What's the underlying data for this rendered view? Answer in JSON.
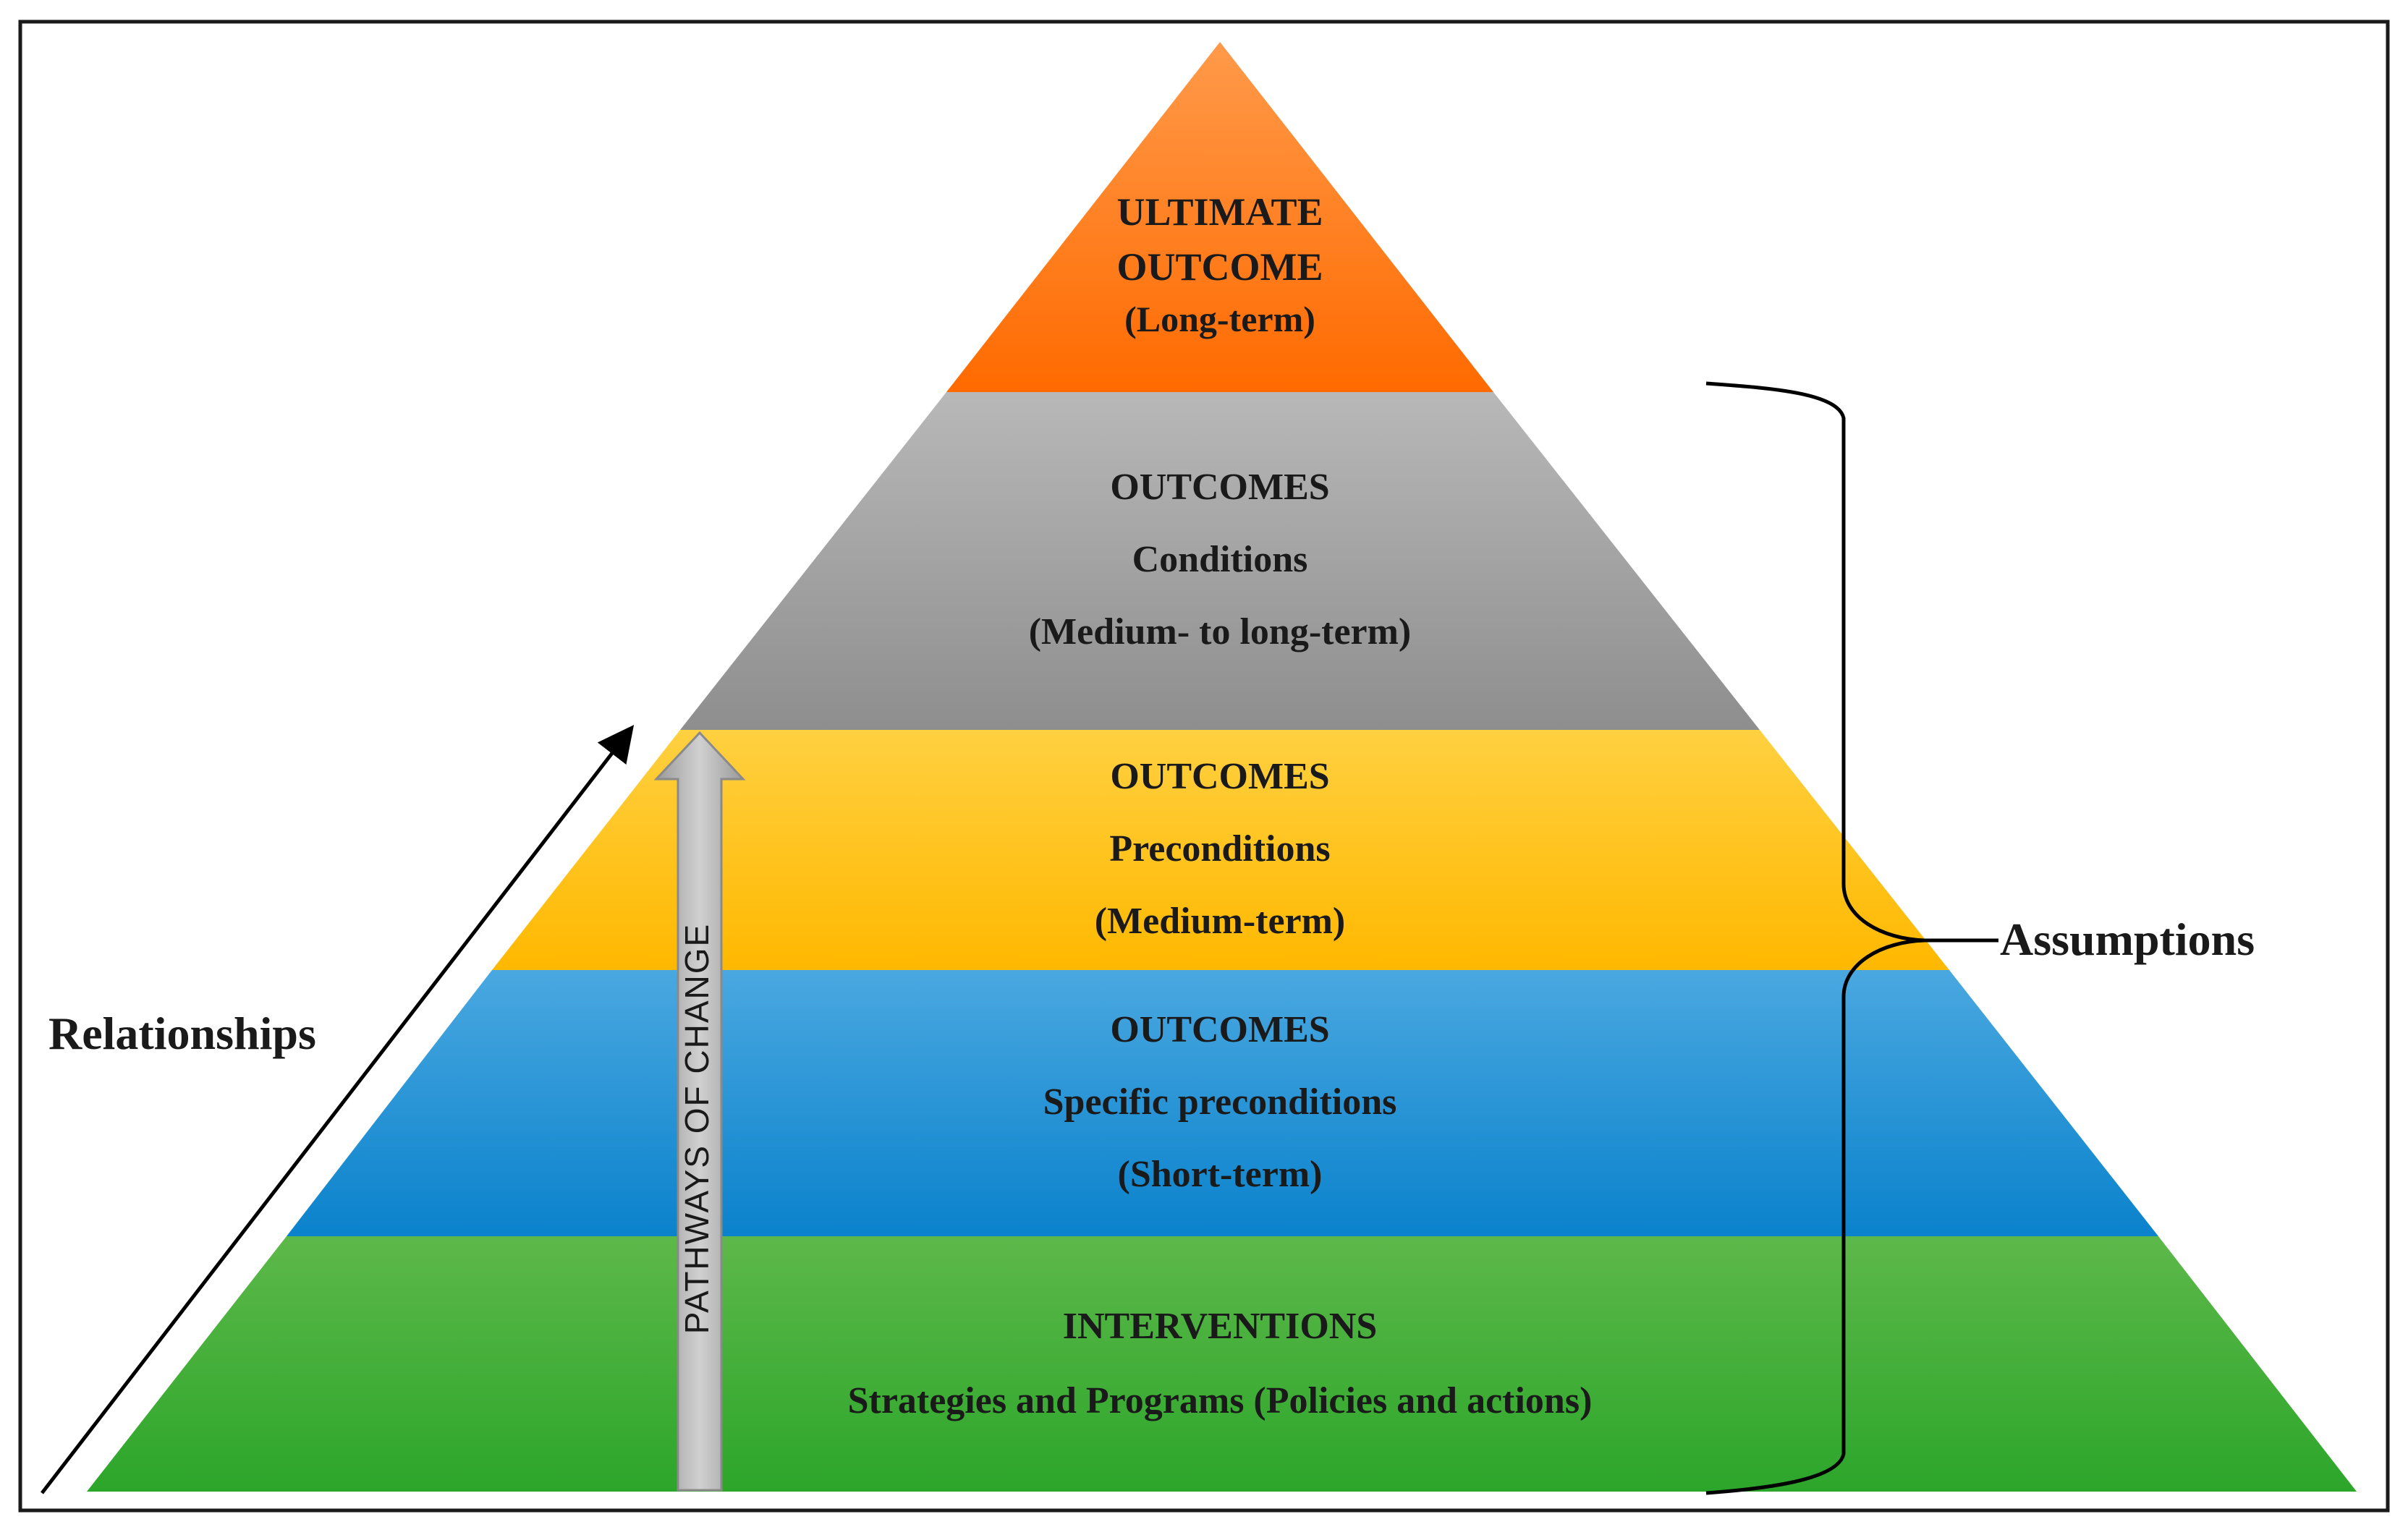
{
  "levels": [
    {
      "id": "ultimate",
      "lines": [
        "ULTIMATE",
        "OUTCOME",
        "(Long-term)"
      ],
      "color_top": "#FF9A4A",
      "color_bottom": "#FF6A00"
    },
    {
      "id": "conditions",
      "lines": [
        "OUTCOMES",
        "Conditions",
        "(Medium- to long-term)"
      ],
      "color_top": "#B8B8B8",
      "color_bottom": "#8E8E8E"
    },
    {
      "id": "preconditions",
      "lines": [
        "OUTCOMES",
        "Preconditions",
        "(Medium-term)"
      ],
      "color_top": "#FFD040",
      "color_bottom": "#FFB800"
    },
    {
      "id": "specific",
      "lines": [
        "OUTCOMES",
        "Specific preconditions",
        "(Short-term)"
      ],
      "color_top": "#4AA8E0",
      "color_bottom": "#0A82CC"
    },
    {
      "id": "interventions",
      "lines": [
        "INTERVENTIONS",
        "Strategies and Programs (Policies and actions)"
      ],
      "color_top": "#5DB84A",
      "color_bottom": "#2CA62A"
    }
  ],
  "pathway_label": "PATHWAYS OF CHANGE",
  "relationships_label": "Relationships",
  "assumptions_label": "Assumptions"
}
